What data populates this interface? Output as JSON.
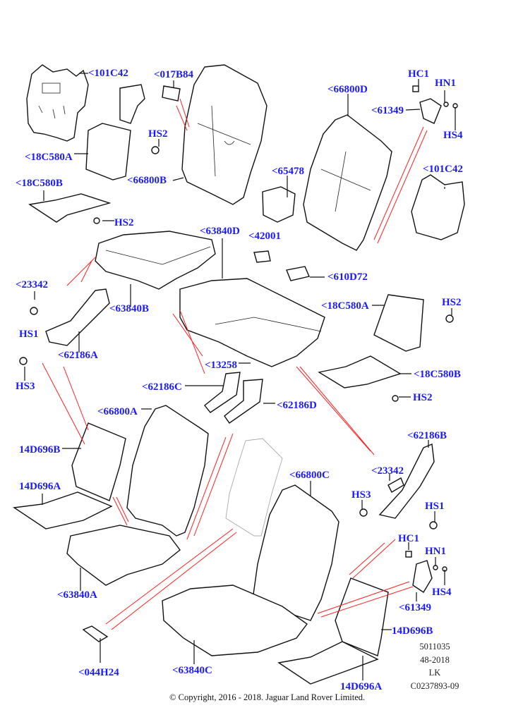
{
  "diagram": {
    "title": "Rear seat exploded parts diagram",
    "callouts": [
      {
        "id": "101C42-left",
        "label": "<101C42"
      },
      {
        "id": "017B84",
        "label": "<017B84"
      },
      {
        "id": "HS2-top-left",
        "label": "HS2"
      },
      {
        "id": "18C580A-left",
        "label": "<18C580A"
      },
      {
        "id": "66800B",
        "label": "<66800B"
      },
      {
        "id": "18C580B-left",
        "label": "<18C580B"
      },
      {
        "id": "HS2-mid-left",
        "label": "HS2"
      },
      {
        "id": "63840D",
        "label": "<63840D"
      },
      {
        "id": "42001",
        "label": "<42001"
      },
      {
        "id": "23342-left",
        "label": "<23342"
      },
      {
        "id": "63840B",
        "label": "<63840B"
      },
      {
        "id": "HS1-left",
        "label": "HS1"
      },
      {
        "id": "62186A",
        "label": "<62186A"
      },
      {
        "id": "HS3-left",
        "label": "HS3"
      },
      {
        "id": "13258",
        "label": "<13258"
      },
      {
        "id": "62186C",
        "label": "<62186C"
      },
      {
        "id": "62186D",
        "label": "<62186D"
      },
      {
        "id": "66800A",
        "label": "<66800A"
      },
      {
        "id": "14D696B-left",
        "label": "14D696B"
      },
      {
        "id": "14D696A-left",
        "label": "14D696A"
      },
      {
        "id": "63840A",
        "label": "<63840A"
      },
      {
        "id": "044H24",
        "label": "<044H24"
      },
      {
        "id": "63840C",
        "label": "<63840C"
      },
      {
        "id": "HC1-top",
        "label": "HC1"
      },
      {
        "id": "HN1-top",
        "label": "HN1"
      },
      {
        "id": "66800D",
        "label": "<66800D"
      },
      {
        "id": "61349-top",
        "label": "<61349"
      },
      {
        "id": "HS4-top",
        "label": "HS4"
      },
      {
        "id": "65478",
        "label": "<65478"
      },
      {
        "id": "101C42-right",
        "label": "<101C42"
      },
      {
        "id": "610D72",
        "label": "<610D72"
      },
      {
        "id": "18C580A-right",
        "label": "<18C580A"
      },
      {
        "id": "HS2-right",
        "label": "HS2"
      },
      {
        "id": "18C580B-right",
        "label": "<18C580B"
      },
      {
        "id": "HS2-lower-right",
        "label": "HS2"
      },
      {
        "id": "62186B",
        "label": "<62186B"
      },
      {
        "id": "23342-right",
        "label": "<23342"
      },
      {
        "id": "66800C",
        "label": "<66800C"
      },
      {
        "id": "HS3-right",
        "label": "HS3"
      },
      {
        "id": "HS1-right",
        "label": "HS1"
      },
      {
        "id": "HC1-bottom",
        "label": "HC1"
      },
      {
        "id": "HN1-bottom",
        "label": "HN1"
      },
      {
        "id": "HS4-bottom",
        "label": "HS4"
      },
      {
        "id": "61349-bottom",
        "label": "<61349"
      },
      {
        "id": "14D696B-right",
        "label": "14D696B"
      },
      {
        "id": "14D696A-right",
        "label": "14D696A"
      }
    ],
    "reference": {
      "line1": "5011035",
      "line2": "48-2018",
      "line3": "LK",
      "line4": "C0237893-09"
    },
    "copyright": "© Copyright, 2016 - 2018. Jaguar Land Rover Limited.",
    "colors": {
      "callout": "#1a1aff",
      "leader": "#111111",
      "red_guide": "#ff2020"
    }
  }
}
